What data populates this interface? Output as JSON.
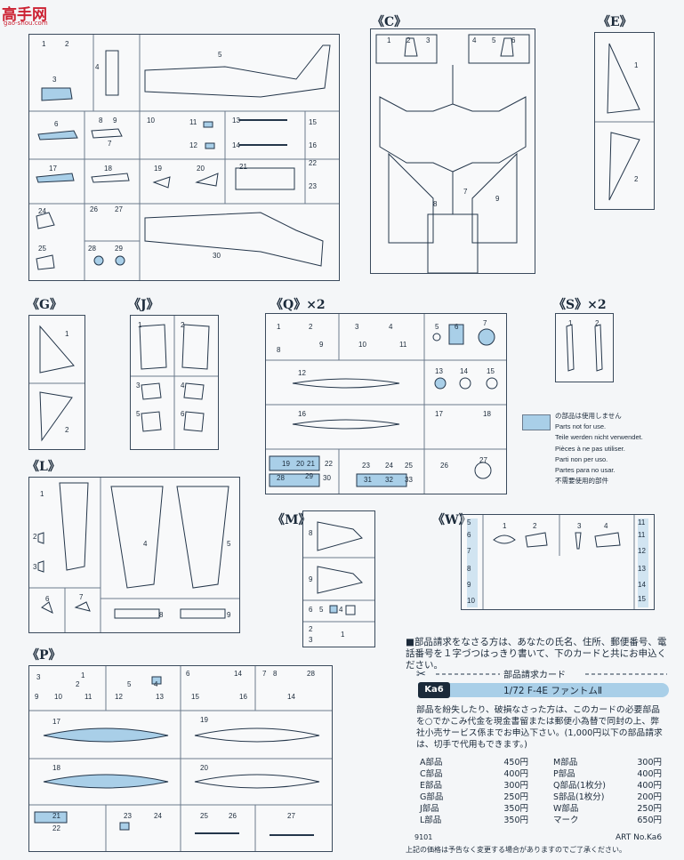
{
  "watermark": {
    "text": "高手网",
    "url": "gao-shou.com"
  },
  "sprues": {
    "C": {
      "label": "《C》"
    },
    "E": {
      "label": "《E》"
    },
    "G": {
      "label": "《G》"
    },
    "J": {
      "label": "《J》"
    },
    "Q": {
      "label": "《Q》×2"
    },
    "S": {
      "label": "《S》×2"
    },
    "L": {
      "label": "《L》"
    },
    "M": {
      "label": "《M》"
    },
    "W": {
      "label": "《W》"
    },
    "P": {
      "label": "《P》"
    }
  },
  "legend": {
    "lines": [
      "の部品は使用しません",
      "Parts not for use.",
      "Teile werden nicht verwendet.",
      "Pièces à ne pas utiliser.",
      "Parti non per uso.",
      "Partes para no usar.",
      "不需要使用的部件"
    ]
  },
  "order_info": "■部品請求をなさる方は、あなたの氏名、住所、郵便番号、電話番号を１字づつはっきり書いて、下のカードと共にお申込ください。",
  "card": {
    "heading": "部品請求カード",
    "code": "Ka6",
    "product": "1/72  F-4E  ファントムⅡ",
    "description": "部品を紛失したり、破損なさった方は、このカードの必要部品を○でかこみ代金を現金書留または郵便小為替で同封の上、弊社小売サービス係までお申込下さい。(1,000円以下の部品請求は、切手で代用もできます。)",
    "prices_left": [
      {
        "part": "A部品",
        "price": "450円"
      },
      {
        "part": "C部品",
        "price": "400円"
      },
      {
        "part": "E部品",
        "price": "300円"
      },
      {
        "part": "G部品",
        "price": "250円"
      },
      {
        "part": "J部品",
        "price": "350円"
      },
      {
        "part": "L部品",
        "price": "350円"
      }
    ],
    "prices_right": [
      {
        "part": "M部品",
        "price": "300円"
      },
      {
        "part": "P部品",
        "price": "400円"
      },
      {
        "part": "Q部品(1枚分)",
        "price": "400円"
      },
      {
        "part": "S部品(1枚分)",
        "price": "200円"
      },
      {
        "part": "W部品",
        "price": "250円"
      },
      {
        "part": "マーク",
        "price": "650円"
      }
    ]
  },
  "page_number": "9101",
  "art_number": "ART No.Ka6",
  "footer_note": "上記の価格は予告なく変更する場合がありますのでご了承ください。"
}
